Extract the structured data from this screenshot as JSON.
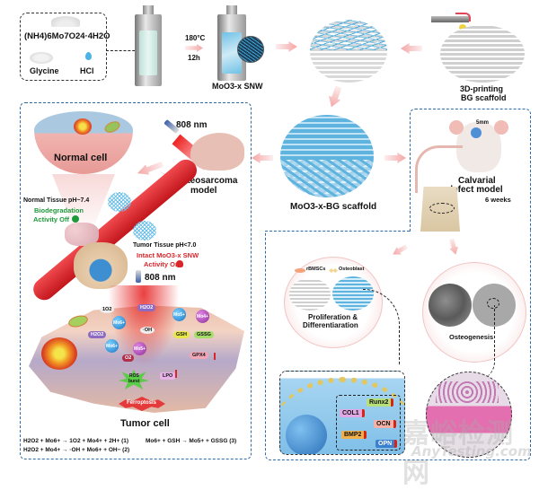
{
  "synthesis": {
    "reagent_1": "(NH4)6Mo7O24·4H2O",
    "reagent_2": "Glycine",
    "reagent_3": "HCl",
    "temperature": "180°C",
    "duration": "12h",
    "product": "MoO3-x SNW"
  },
  "scaffold": {
    "bg_label_line1": "3D-printing",
    "bg_label_line2": "BG scaffold",
    "composite_label": "MoO3-x-BG scaffold"
  },
  "tumor_panel": {
    "laser_top": "808 nm",
    "model": "Osteosarcoma model",
    "model_line1": "Osteosarcoma",
    "model_line2": "model",
    "normal_cell": "Normal cell",
    "normal_tissue": "Normal Tissue pH~7.4",
    "biodeg_line1": "Biodegradation",
    "biodeg_line2": "Activity Off",
    "tumor_tissue": "Tumor Tissue pH<7.0",
    "intact_line1": "Intact MoO3-x SNW",
    "intact_line2": "Activity On",
    "laser_bottom": "808 nm",
    "tumor_cell": "Tumor cell",
    "species": {
      "singlet_o2": "1O2",
      "h2o2_top": "H2O2",
      "h2o2_left": "H2O2",
      "mo_a": "Mo6+",
      "mo_b": "Mo5+",
      "mo_c": "Mo4+",
      "mo_d": "Mo6+",
      "mo_e": "Mo5+",
      "mo_f": "Mo6+",
      "oh": "·OH",
      "o2": "O2",
      "gsh": "GSH",
      "gssg": "GSSG",
      "gpx4": "GPX4",
      "lpo": "LPO",
      "ros_line1": "ROS",
      "ros_line2": "burst",
      "ferroptosis": "Ferroptosis"
    },
    "equations": {
      "eq1": "H2O2 + Mo6+ → 1O2 + Mo4+ + 2H+  (1)",
      "eq2": "H2O2 + Mo4+ → ·OH + Mo6+ + OH−  (2)",
      "eq3": "Mo6+ + GSH → Mo5+ + GSSG (3)"
    }
  },
  "bone_panel": {
    "defect_size": "5mm",
    "model_line1": "Calvarial",
    "model_line2": "defect model",
    "time": "6 weeks",
    "legend_cell_1": "rBMSCs",
    "legend_cell_2": "Osteoblast",
    "prolif_line1": "Proliferation &",
    "prolif_line2": "Differentiaration",
    "osteogenesis": "Osteogenesis",
    "genes": [
      "Runx2",
      "COL1",
      "OCN",
      "BMP2",
      "OPN"
    ]
  },
  "watermark": {
    "cn": "嘉峪检测网",
    "en": "AnyTesting.com"
  },
  "colors": {
    "dash_blue": "#2f6aa3",
    "arrow_pink": "#f4a6a6",
    "scaffold_blue": "#7cc3e6",
    "vessel_red": "#d8262b",
    "green_text": "#1e9a3a",
    "red_text": "#d8262b"
  }
}
